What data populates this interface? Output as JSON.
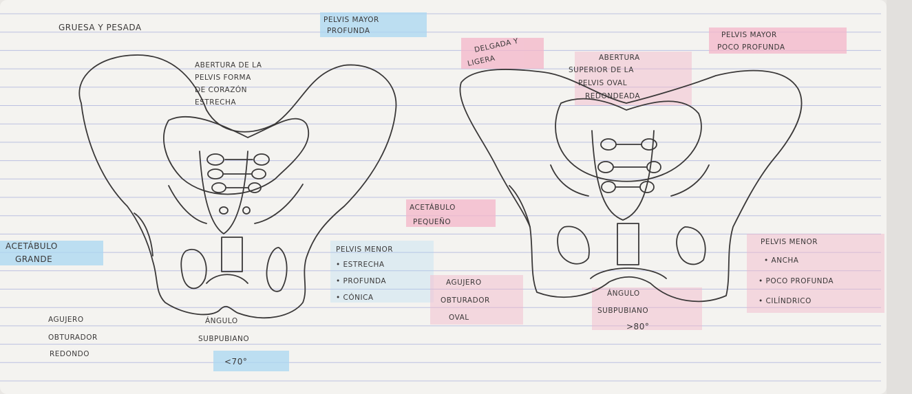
{
  "left_pelvis": {
    "title": "GRUESA Y PESADA",
    "pelvis_mayor": [
      "PELVIS MAYOR",
      "PROFUNDA"
    ],
    "abertura": [
      "ABERTURA DE LA",
      "PELVIS FORMA",
      "DE CORAZÓN",
      "ESTRECHA"
    ],
    "acetabulo": [
      "ACETÁBULO",
      "GRANDE"
    ],
    "pelvis_menor": [
      "PELVIS MENOR",
      "• ESTRECHA",
      "• PROFUNDA",
      "• CÓNICA"
    ],
    "agujero": [
      "AGUJERO",
      "OBTURADOR",
      "REDONDO"
    ],
    "angulo": [
      "ÁNGULO",
      "SUBPUBIANO",
      "<70°"
    ]
  },
  "right_pelvis": {
    "title": [
      "DELGADA Y",
      "LIGERA"
    ],
    "pelvis_mayor": [
      "PELVIS MAYOR",
      "POCO PROFUNDA"
    ],
    "abertura": [
      "ABERTURA",
      "SUPERIOR DE LA",
      "PELVIS OVAL",
      "REDONDEADA"
    ],
    "acetabulo": [
      "ACETÁBULO",
      "PEQUEÑO"
    ],
    "agujero": [
      "AGUJERO",
      "OBTURADOR",
      "OVAL"
    ],
    "angulo": [
      "ÁNGULO",
      "SUBPUBIANO",
      ">80°"
    ],
    "pelvis_menor": [
      "PELVIS MENOR",
      "• ANCHA",
      "• POCO PROFUNDA",
      "• CILÍNDRICO"
    ]
  },
  "colors": {
    "paper": "#f4f3f0",
    "rule_line": "#8d97d6",
    "ink": "#3a3838",
    "highlight_blue": "#a9d7f2",
    "highlight_pink": "#f4b6c9"
  }
}
